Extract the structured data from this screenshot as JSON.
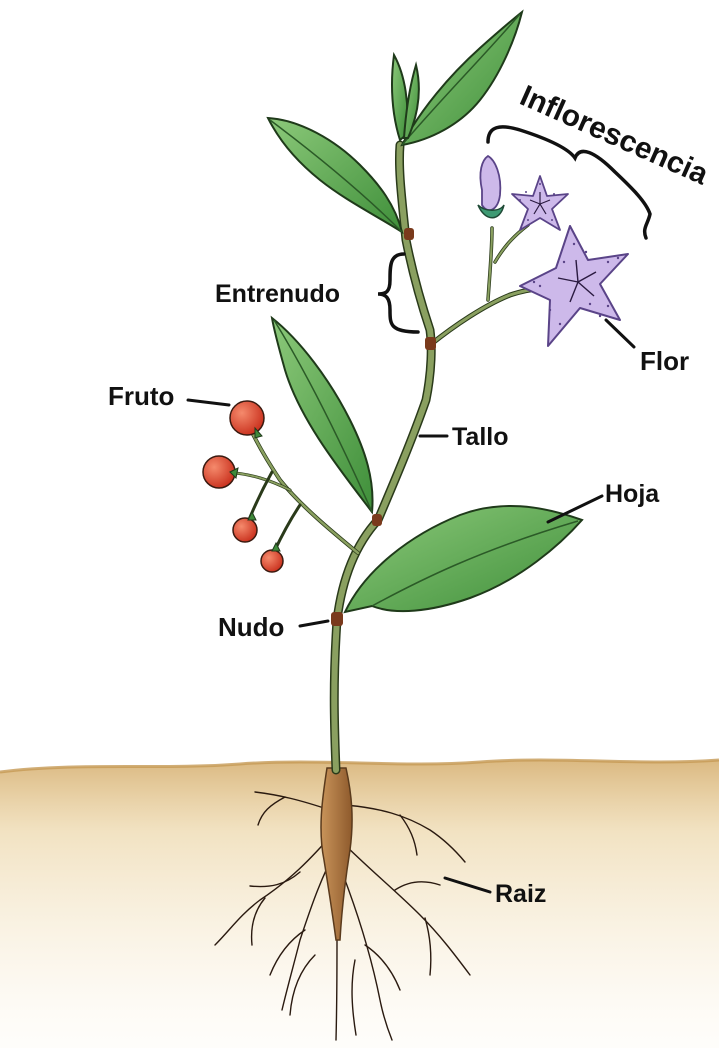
{
  "labels": {
    "inflorescencia": "Inflorescencia",
    "entrenudo": "Entrenudo",
    "flor": "Flor",
    "fruto": "Fruto",
    "tallo": "Tallo",
    "hoja": "Hoja",
    "nudo": "Nudo",
    "raiz": "Raiz"
  },
  "colors": {
    "leaf": "#5fae4e",
    "leaf_dark": "#2f6b2a",
    "stem": "#7a8f55",
    "node": "#7a3a1c",
    "root": "#b07a45",
    "soil": "#e2c48f",
    "fruit": "#e0472e",
    "flower": "#c9b3e6",
    "flower_edge": "#7d62a8",
    "ink": "#111111"
  }
}
